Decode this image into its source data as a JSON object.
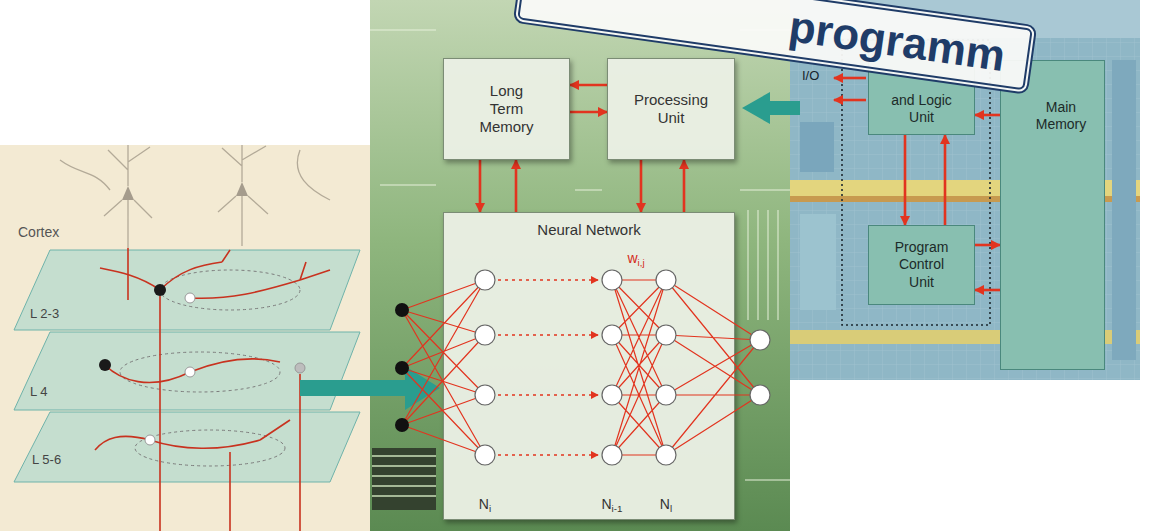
{
  "diagram": {
    "nodes": [
      {
        "text": [
          "Long Term Memory"
        ]
      },
      {
        "text": [
          "Processing Unit"
        ]
      },
      {
        "text": [
          "Neural Network"
        ]
      },
      {
        "text": [
          "and Logic Unit"
        ]
      },
      {
        "text": [
          "Program Control Unit"
        ]
      },
      {
        "text": [
          "Main Memory"
        ]
      }
    ],
    "edges": [
      {
        "from": 1,
        "to": 0,
        "arrow": "to"
      },
      {
        "from": 0,
        "to": 1,
        "arrow": "to"
      },
      {
        "from": 0,
        "to": 2,
        "arrow": "to"
      },
      {
        "from": 2,
        "to": 0,
        "arrow": "to"
      },
      {
        "from": 1,
        "to": 2,
        "arrow": "to"
      },
      {
        "from": 2,
        "to": 1,
        "arrow": "to"
      },
      {
        "from": 5,
        "to": 3,
        "arrow": "to"
      },
      {
        "from": 3,
        "to": 4,
        "arrow": "to"
      },
      {
        "from": 4,
        "to": 3,
        "arrow": "to"
      },
      {
        "from": 4,
        "to": 5,
        "arrow": "to"
      },
      {
        "from": 5,
        "to": 4,
        "arrow": "to"
      }
    ],
    "labels": [
      "programm",
      "I/O",
      "Cortex",
      "L 2-3",
      "L 4",
      "L 5-6",
      "Ni",
      "Ni-1",
      "Nl",
      "wi,j"
    ]
  }
}
